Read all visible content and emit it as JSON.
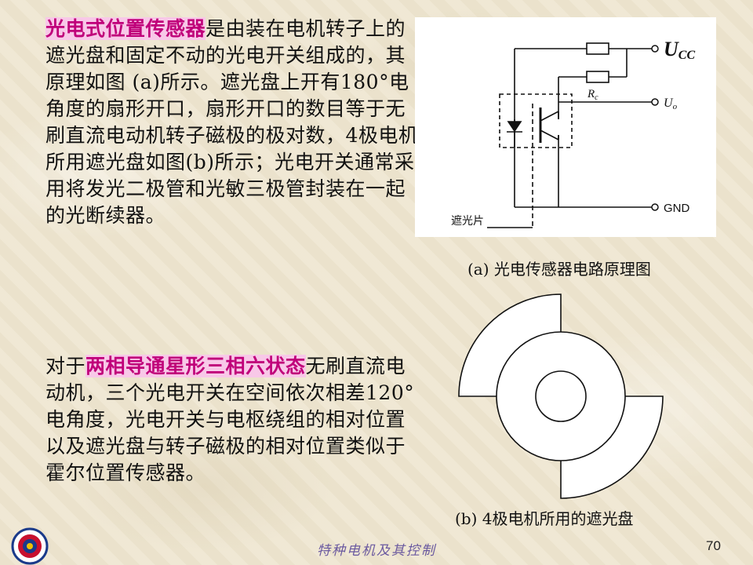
{
  "para1": {
    "highlight": "光电式位置传感器",
    "rest": "是由装在电机转子上的遮光盘和固定不动的光电开关组成的，其原理如图 (a)所示。遮光盘上开有180°电角度的扇形开口，扇形开口的数目等于无刷直流电动机转子磁极的极对数，4极电机所用遮光盘如图(b)所示；光电开关通常采用将发光二极管和光敏三极管封装在一起的光断续器。"
  },
  "para2": {
    "prefix": "对于",
    "highlight": "两相导通星形三相六状态",
    "rest": "无刷直流电动机，三个光电开关在空间依次相差120°电角度，光电开关与电枢绕组的相对位置以及遮光盘与转子磁极的相对位置类似于霍尔位置传感器。"
  },
  "circuit": {
    "ucc_main": "U",
    "ucc_sub": "CC",
    "uo_main": "U",
    "uo_sub": "o",
    "rc_main": "R",
    "rc_sub": "c",
    "gnd": "GND",
    "shade": "遮光片"
  },
  "captions": {
    "a": "(a) 光电传感器电路原理图",
    "b": "(b)  4极电机所用的遮光盘"
  },
  "footer": {
    "title": "特种电机及其控制",
    "page": "70"
  }
}
